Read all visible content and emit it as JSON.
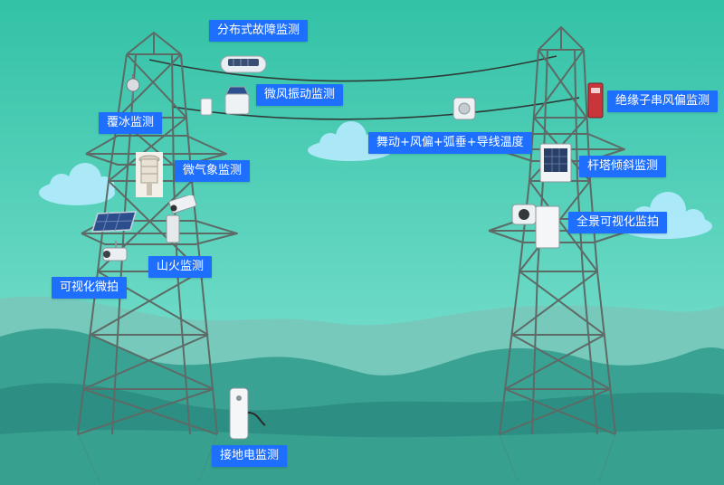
{
  "labels": {
    "distributed_fault": "分布式故障监测",
    "breeze_vibration": "微风振动监测",
    "icing": "覆冰监测",
    "micro_weather": "微气象监测",
    "visual_photo": "可视化微拍",
    "mountain_fire": "山火监测",
    "grounding": "接地电监测",
    "insulator_windage": "绝缘子串风偏监测",
    "galloping_sag_temp": "舞动+风偏+弧垂+导线温度",
    "tower_tilt": "杆塔倾斜监测",
    "panoramic": "全景可视化监拍"
  },
  "colors": {
    "sky_top": "#33c2a6",
    "sky_bottom": "#7de0cf",
    "label_bg": "#1f6fff",
    "label_text": "#ffffff",
    "mountain_far": "#77c9bc",
    "mountain_mid": "#3aa293",
    "mountain_near": "#2d8f83",
    "tower": "#5d6a66"
  }
}
